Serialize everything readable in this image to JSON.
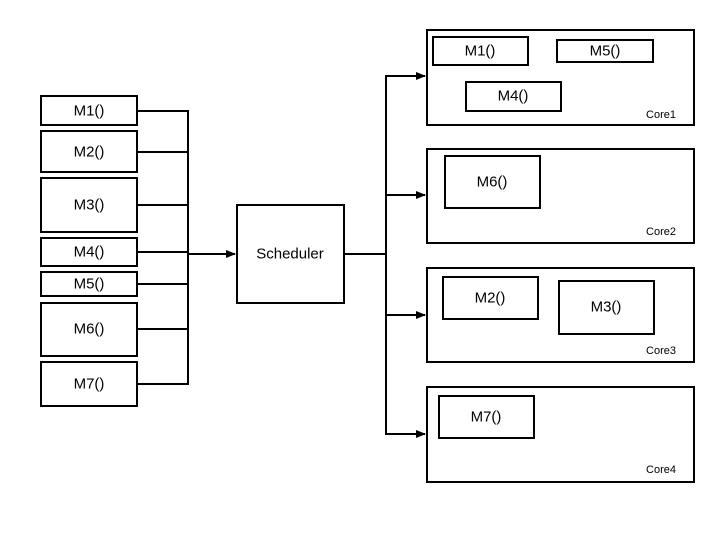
{
  "methods": [
    "M1()",
    "M2()",
    "M3()",
    "M4()",
    "M5()",
    "M6()",
    "M7()"
  ],
  "scheduler": {
    "label": "Scheduler"
  },
  "cores": [
    {
      "label": "Core1",
      "methods": [
        "M1()",
        "M5()",
        "M4()"
      ]
    },
    {
      "label": "Core2",
      "methods": [
        "M6()"
      ]
    },
    {
      "label": "Core3",
      "methods": [
        "M2()",
        "M3()"
      ]
    },
    {
      "label": "Core4",
      "methods": [
        "M7()"
      ]
    }
  ]
}
